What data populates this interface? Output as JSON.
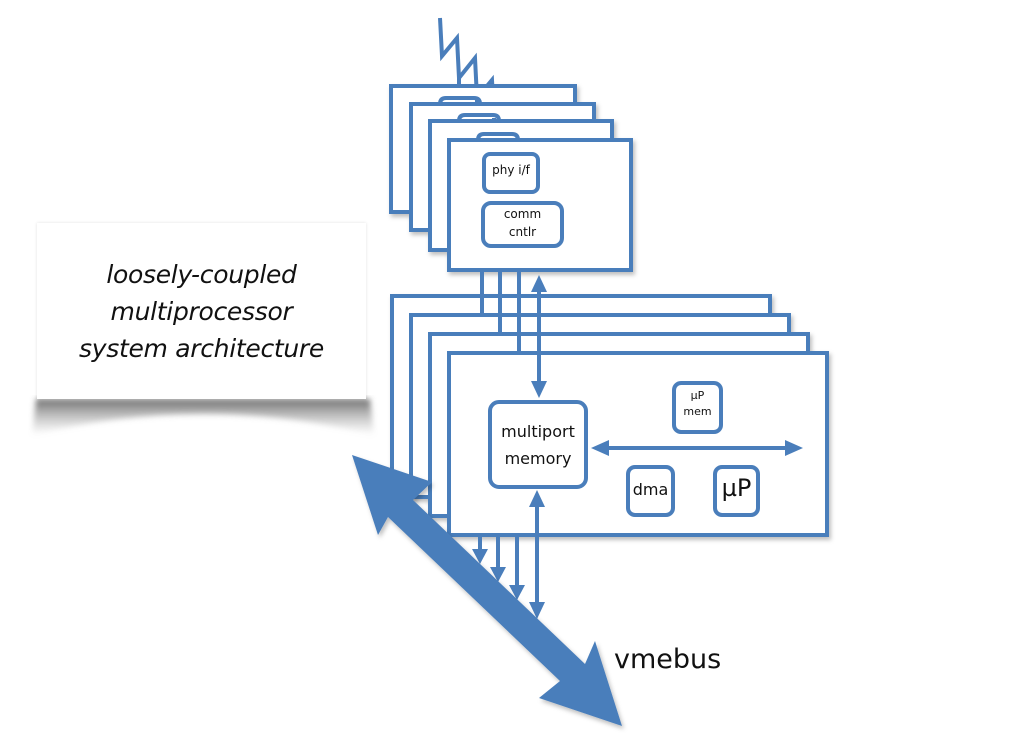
{
  "title_card": {
    "lines": [
      "loosely-coupled",
      "multiprocessor",
      "system architecture"
    ]
  },
  "comm_board": {
    "phy_label": "phy i/f",
    "comm_label_1": "comm",
    "comm_label_2": "cntlr",
    "stack_count": 4
  },
  "cpu_board": {
    "memory_label_1": "multiport",
    "memory_label_2": "memory",
    "up_mem_label_1": "µP",
    "up_mem_label_2": "mem",
    "dma_label": "dma",
    "up_label": "µP",
    "stack_count": 4
  },
  "bus": {
    "label": "vmebus"
  },
  "colors": {
    "accent": "#4a7ebb",
    "fill": "#ffffff",
    "text": "#111111"
  }
}
